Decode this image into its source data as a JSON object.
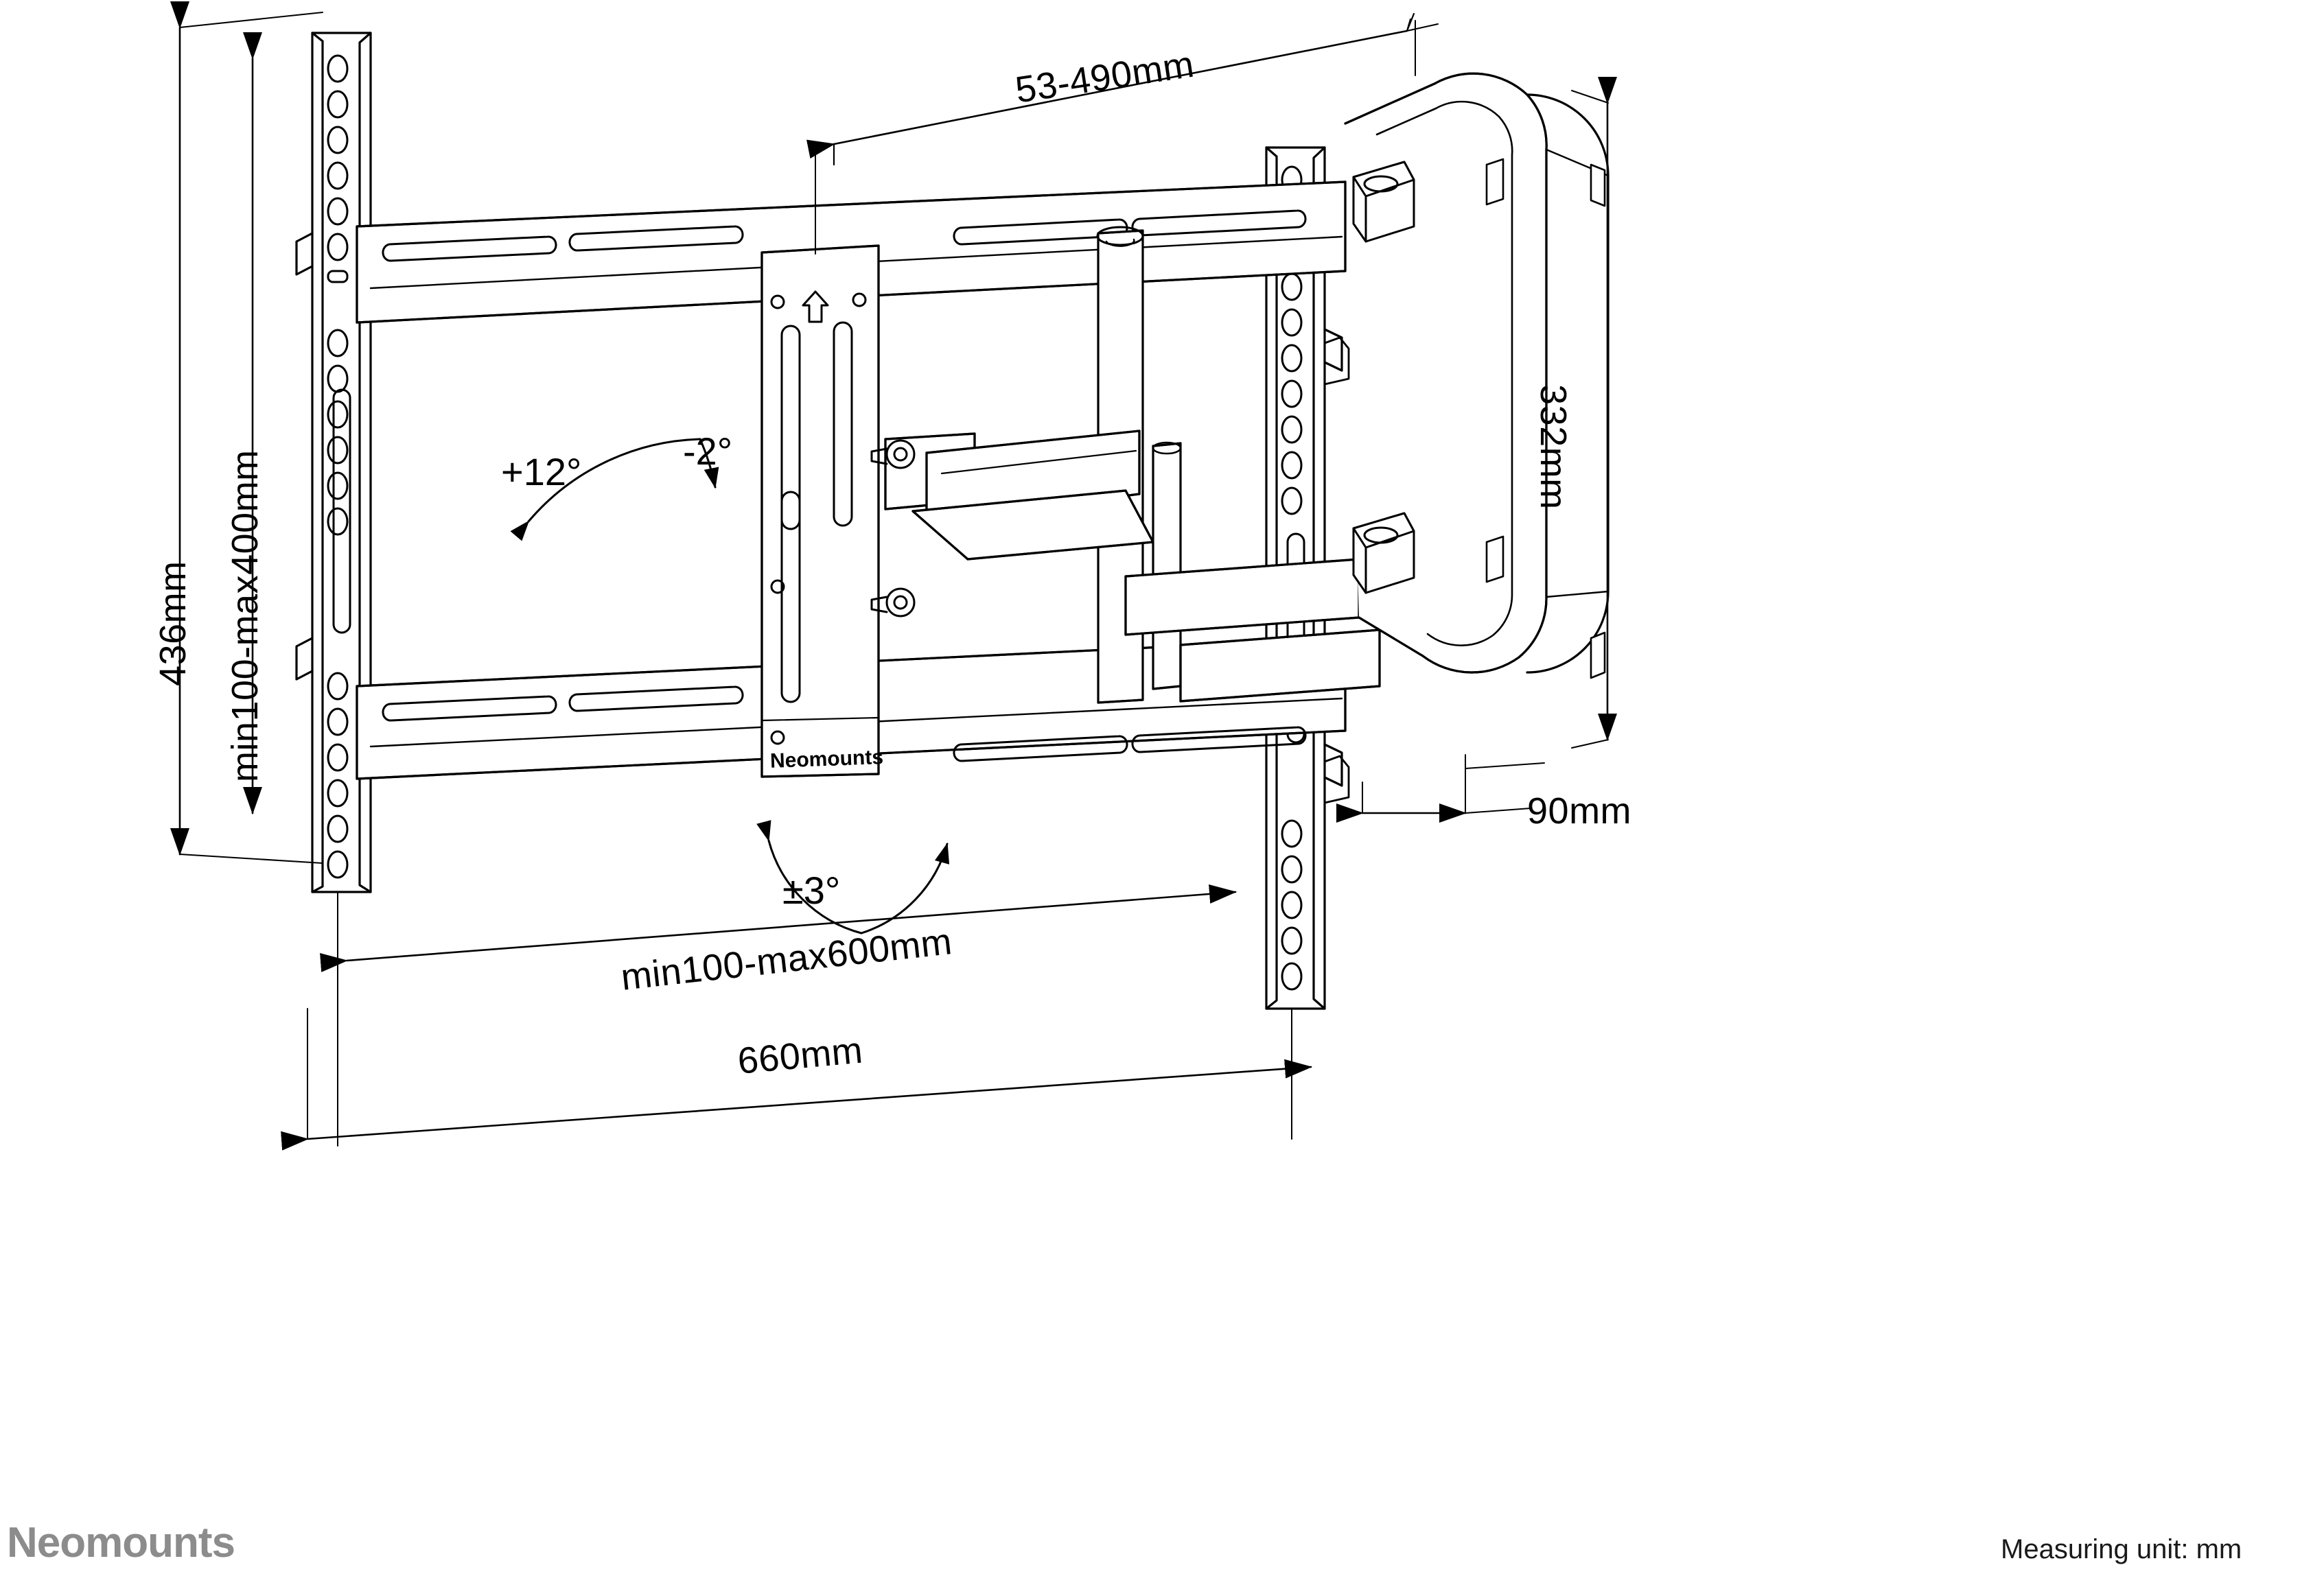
{
  "document": {
    "type": "technical-dimension-drawing",
    "subject": "Full-motion TV wall mount bracket",
    "measuring_unit_note": "Measuring unit: mm",
    "brand": "Neomounts",
    "plate_brand": "Neomounts"
  },
  "dimensions": {
    "overall_height": "436mm",
    "vesa_height_range": "min100-max400mm",
    "extension_range": "53-490mm",
    "arm_height": "332mm",
    "wall_depth": "90mm",
    "vesa_width_range": "min100-max600mm",
    "overall_width": "660mm"
  },
  "angles": {
    "tilt_up": "+12°",
    "tilt_down": "-2°",
    "roll": "±3°"
  },
  "colors": {
    "line": "#000000",
    "brand_gray": "#8c8c8c",
    "background": "#ffffff"
  },
  "icons": {
    "up_arrow_plate": "up-arrow-icon"
  }
}
